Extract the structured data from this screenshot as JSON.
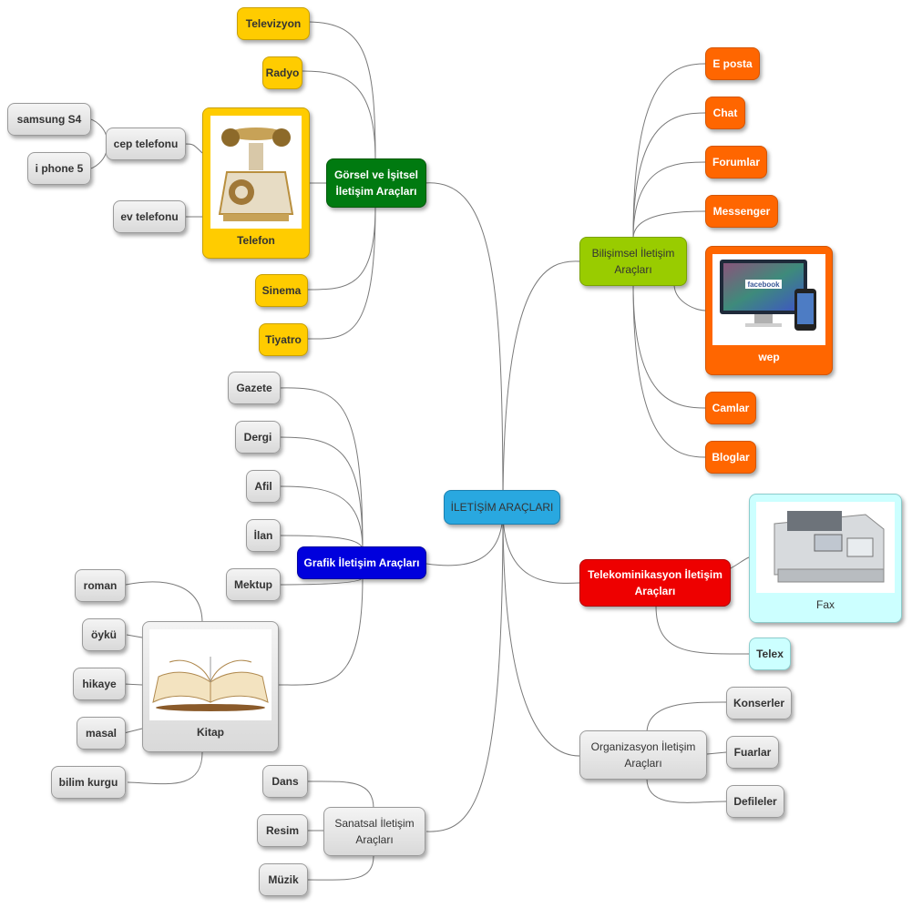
{
  "root": {
    "label": "İLETİŞİM  ARAÇLARI"
  },
  "gorsel": {
    "label": "Görsel ve İşitsel İletişim Araçları",
    "items": [
      "Televizyon",
      "Radyo",
      "Sinema",
      "Tiyatro"
    ],
    "telefon": {
      "label": "Telefon",
      "cep": "cep telefonu",
      "ev": "ev telefonu",
      "phones": [
        "samsung S4",
        "i phone 5"
      ]
    }
  },
  "grafik": {
    "label": "Grafik İletişim Araçları",
    "items": [
      "Gazete",
      "Dergi",
      "Afil",
      "İlan",
      "Mektup"
    ],
    "kitap": {
      "label": "Kitap",
      "items": [
        "roman",
        "öykü",
        "hikaye",
        "masal",
        "bilim kurgu"
      ]
    }
  },
  "sanatsal": {
    "label": "Sanatsal İletişim Araçları",
    "items": [
      "Dans",
      "Resim",
      "Müzik"
    ]
  },
  "bilisimsel": {
    "label": "Bilişimsel İletişim Araçları",
    "items": [
      "E posta",
      "Chat",
      "Forumlar",
      "Messenger",
      "Camlar",
      "Bloglar"
    ],
    "wep": {
      "label": "wep",
      "screen_text": "facebook"
    }
  },
  "telekom": {
    "label": "Telekominikasyon İletişim Araçları",
    "fax": "Fax",
    "telex": "Telex"
  },
  "organizasyon": {
    "label": "Organizasyon İletişim Araçları",
    "items": [
      "Konserler",
      "Fuarlar",
      "Defileler"
    ]
  },
  "colors": {
    "gorsel": "#007a10",
    "grafik": "#0000dd",
    "bilisimsel": "#99cc00",
    "telekom": "#ee0000",
    "root": "#29a8e0",
    "yellow_leaf": "#ffcc00",
    "orange_leaf": "#ff6600",
    "cyan_leaf": "#ccffff",
    "gray_leaf": "#e6e6e6"
  }
}
